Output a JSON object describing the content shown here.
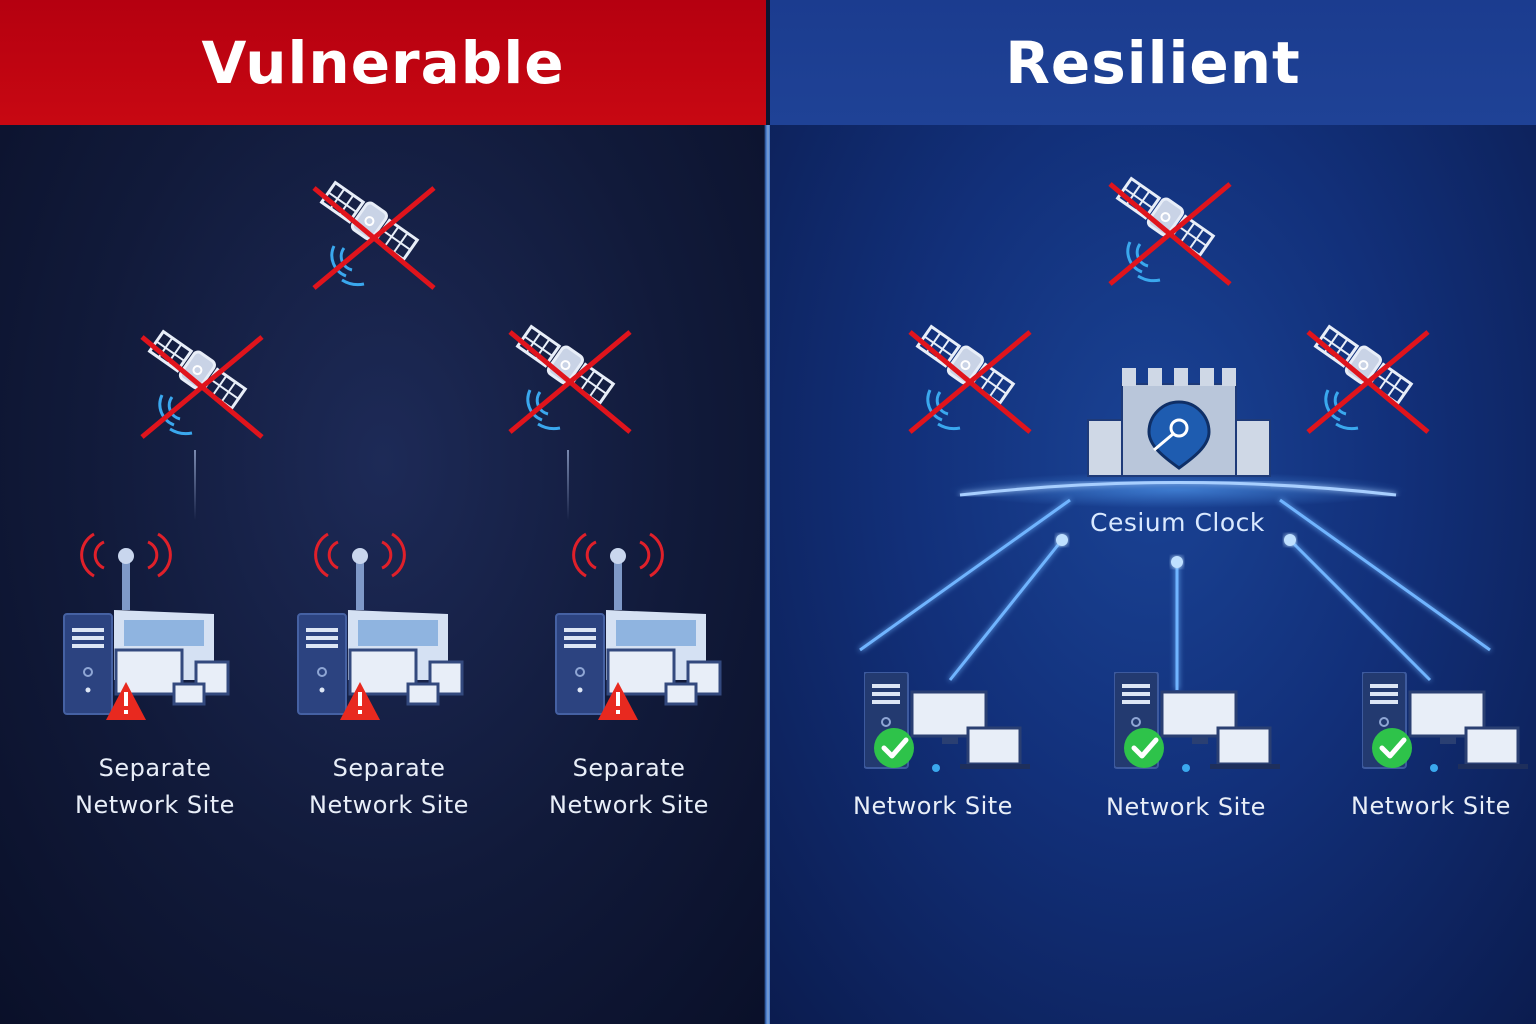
{
  "left_panel": {
    "title": "Vulnerable",
    "color": "#c00812",
    "top_satellite": {
      "icon": "satellite-disabled-icon",
      "status": "disabled"
    },
    "satellites": [
      {
        "icon": "satellite-disabled-icon",
        "status": "disabled"
      },
      {
        "icon": "satellite-disabled-icon",
        "status": "disabled"
      }
    ],
    "sites": [
      {
        "line1": "Separate",
        "line2": "Network Site",
        "status_icon": "warning-icon"
      },
      {
        "line1": "Separate",
        "line2": "Network Site",
        "status_icon": "warning-icon"
      },
      {
        "line1": "Separate",
        "line2": "Network Site",
        "status_icon": "warning-icon"
      }
    ]
  },
  "right_panel": {
    "title": "Resilient",
    "color": "#1f4296",
    "top_satellite": {
      "icon": "satellite-disabled-icon",
      "status": "disabled"
    },
    "satellites": [
      {
        "icon": "satellite-disabled-icon",
        "status": "disabled"
      },
      {
        "icon": "satellite-disabled-icon",
        "status": "disabled"
      }
    ],
    "hub": {
      "label": "Cesium Clock",
      "icon": "castle-clock-icon"
    },
    "sites": [
      {
        "label": "Network Site",
        "status_icon": "check-icon"
      },
      {
        "label": "Network Site",
        "status_icon": "check-icon"
      },
      {
        "label": "Network Site",
        "status_icon": "check-icon"
      }
    ]
  }
}
